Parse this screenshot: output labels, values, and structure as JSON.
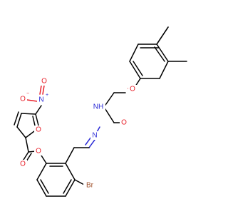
{
  "molecule": {
    "atoms": {
      "methyl_top": "",
      "methyl_right": "",
      "ether_O": "O",
      "carbonyl_O": "O",
      "hydrazide_NH": "NH",
      "hydrazone_N": "N",
      "ester_O": "O",
      "ester_carbonyl_O": "O",
      "furan_O": "O",
      "nitro_N": "N",
      "nitro_N_charge": "+",
      "nitro_O_double": "O",
      "nitro_O_single": "O",
      "nitro_O_charge": "−",
      "bromo": "Br"
    },
    "colors": {
      "carbon_bond": "#000000",
      "oxygen": "#e8202a",
      "nitrogen": "#2b2bd6",
      "bromine": "#a0522d"
    }
  }
}
